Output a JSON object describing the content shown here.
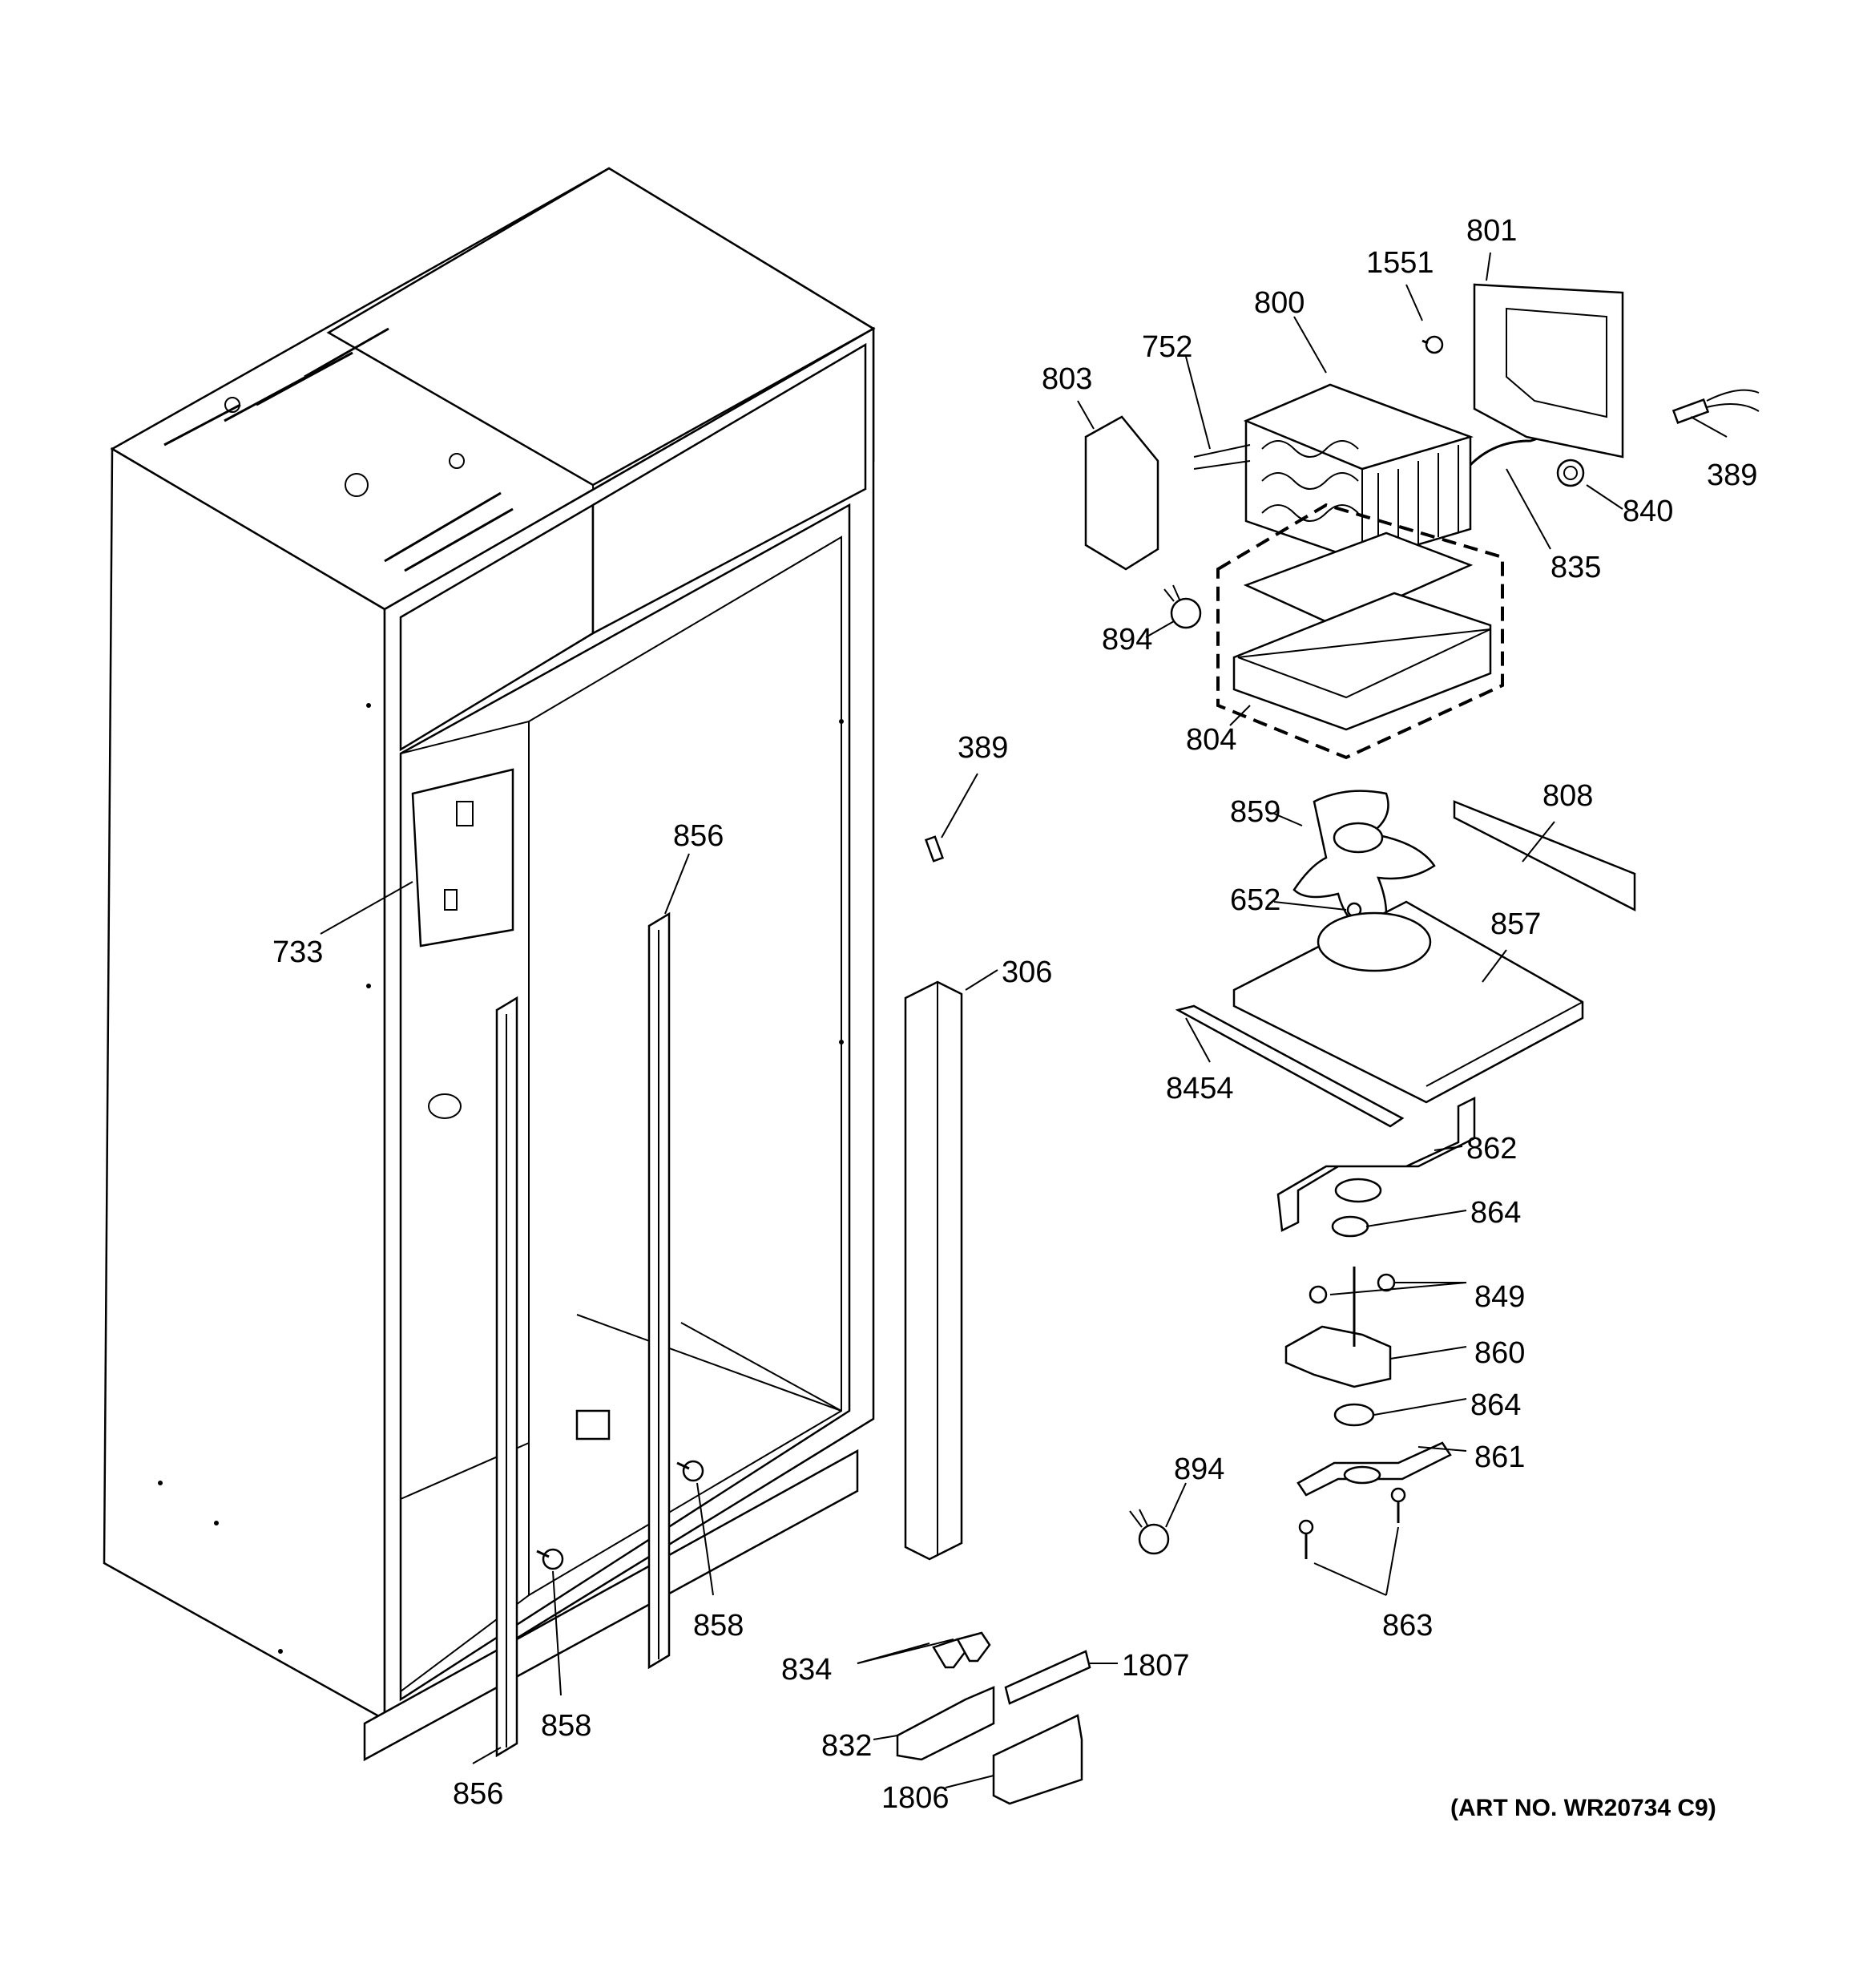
{
  "diagram": {
    "art_number": "(ART NO. WR20734 C9)",
    "callouts": [
      {
        "id": "801",
        "text": "801"
      },
      {
        "id": "1551",
        "text": "1551"
      },
      {
        "id": "800",
        "text": "800"
      },
      {
        "id": "752",
        "text": "752"
      },
      {
        "id": "803",
        "text": "803"
      },
      {
        "id": "389a",
        "text": "389"
      },
      {
        "id": "840",
        "text": "840"
      },
      {
        "id": "835",
        "text": "835"
      },
      {
        "id": "894a",
        "text": "894"
      },
      {
        "id": "804",
        "text": "804"
      },
      {
        "id": "389b",
        "text": "389"
      },
      {
        "id": "856a",
        "text": "856"
      },
      {
        "id": "733",
        "text": "733"
      },
      {
        "id": "306",
        "text": "306"
      },
      {
        "id": "859",
        "text": "859"
      },
      {
        "id": "808",
        "text": "808"
      },
      {
        "id": "652",
        "text": "652"
      },
      {
        "id": "857",
        "text": "857"
      },
      {
        "id": "8454",
        "text": "8454"
      },
      {
        "id": "862",
        "text": "862"
      },
      {
        "id": "864a",
        "text": "864"
      },
      {
        "id": "849",
        "text": "849"
      },
      {
        "id": "860",
        "text": "860"
      },
      {
        "id": "864b",
        "text": "864"
      },
      {
        "id": "861",
        "text": "861"
      },
      {
        "id": "894b",
        "text": "894"
      },
      {
        "id": "863",
        "text": "863"
      },
      {
        "id": "858a",
        "text": "858"
      },
      {
        "id": "858b",
        "text": "858"
      },
      {
        "id": "834",
        "text": "834"
      },
      {
        "id": "1807",
        "text": "1807"
      },
      {
        "id": "832",
        "text": "832"
      },
      {
        "id": "1806",
        "text": "1806"
      },
      {
        "id": "856b",
        "text": "856"
      }
    ]
  }
}
